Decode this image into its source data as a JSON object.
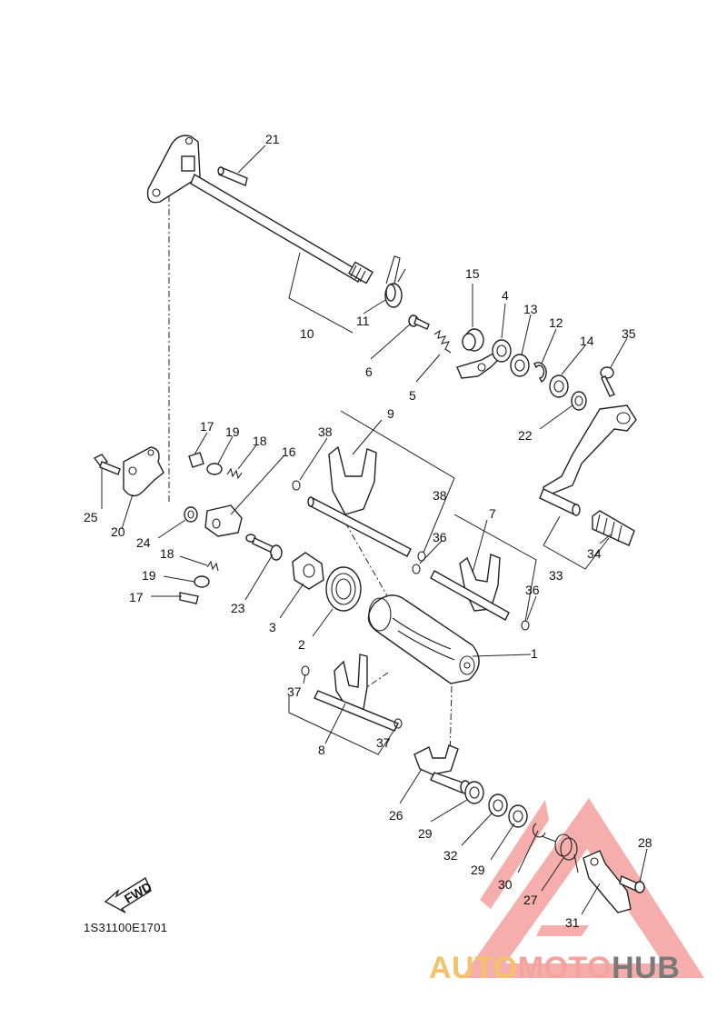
{
  "callouts": [
    {
      "n": "1"
    },
    {
      "n": "2"
    },
    {
      "n": "3"
    },
    {
      "n": "4"
    },
    {
      "n": "5"
    },
    {
      "n": "6"
    },
    {
      "n": "7"
    },
    {
      "n": "8"
    },
    {
      "n": "9"
    },
    {
      "n": "10"
    },
    {
      "n": "11"
    },
    {
      "n": "12"
    },
    {
      "n": "13"
    },
    {
      "n": "14"
    },
    {
      "n": "15"
    },
    {
      "n": "16"
    },
    {
      "n": "17"
    },
    {
      "n": "17"
    },
    {
      "n": "18"
    },
    {
      "n": "18"
    },
    {
      "n": "19"
    },
    {
      "n": "19"
    },
    {
      "n": "20"
    },
    {
      "n": "21"
    },
    {
      "n": "22"
    },
    {
      "n": "23"
    },
    {
      "n": "24"
    },
    {
      "n": "25"
    },
    {
      "n": "26"
    },
    {
      "n": "27"
    },
    {
      "n": "28"
    },
    {
      "n": "29"
    },
    {
      "n": "29"
    },
    {
      "n": "30"
    },
    {
      "n": "31"
    },
    {
      "n": "32"
    },
    {
      "n": "33"
    },
    {
      "n": "34"
    },
    {
      "n": "35"
    },
    {
      "n": "36"
    },
    {
      "n": "36"
    },
    {
      "n": "37"
    },
    {
      "n": "37"
    },
    {
      "n": "38"
    },
    {
      "n": "38"
    }
  ],
  "diagram_code": "1S31100E1701",
  "fwd_label": "FWD",
  "watermark": {
    "part1": "AUTO",
    "part2": "MOTO",
    "part3": "HUB",
    "colors": {
      "auto": "#f2c36b",
      "moto": "#f4a39f",
      "hub": "#7a7a7a",
      "triangle": "#f39a97"
    }
  }
}
